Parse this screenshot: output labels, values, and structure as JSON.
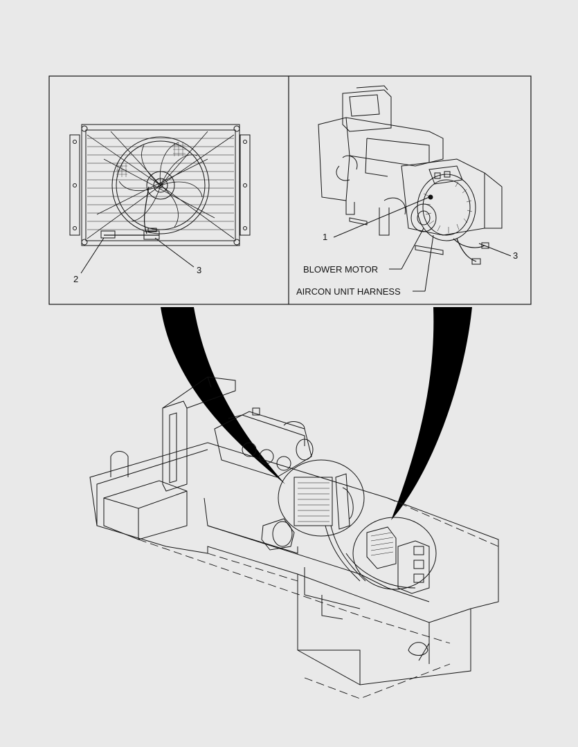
{
  "left_inset": {
    "callouts": [
      "2",
      "3"
    ]
  },
  "right_inset": {
    "callouts": [
      "1",
      "3"
    ],
    "labels": {
      "blower_motor": "BLOWER MOTOR",
      "aircon_harness": "AIRCON UNIT HARNESS"
    }
  },
  "colors": {
    "background": "#e9e9e9",
    "line": "#111111",
    "leader_fill": "#000000"
  }
}
